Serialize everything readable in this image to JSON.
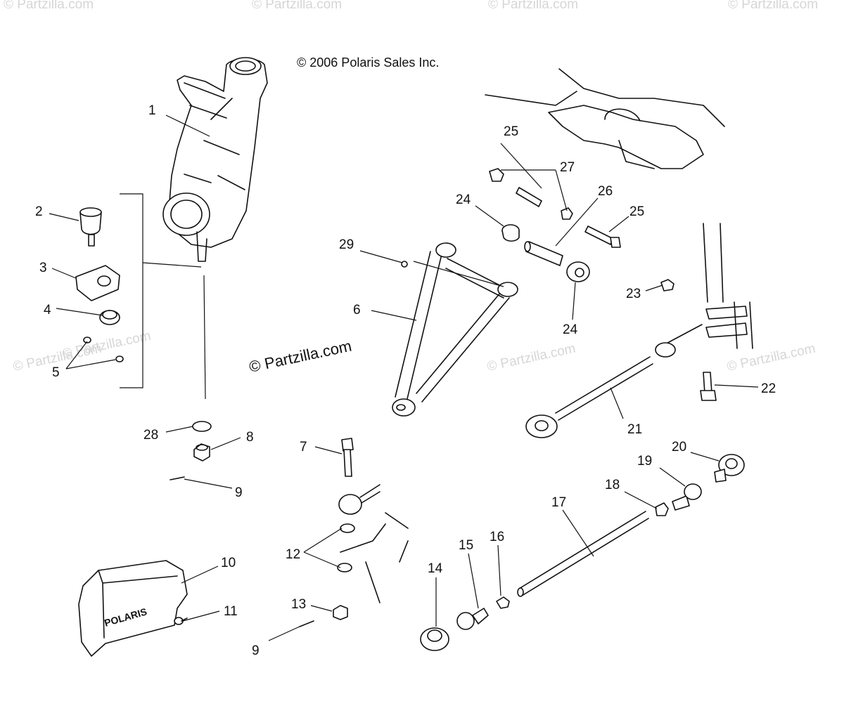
{
  "copyright": "© 2006 Polaris Sales Inc.",
  "watermark_main": "© Partzilla.com",
  "watermark_faint": "© Partzilla.com",
  "housing_brand": "POLARIS",
  "callouts": {
    "c1": "1",
    "c2": "2",
    "c3": "3",
    "c4": "4",
    "c5": "5",
    "c6": "6",
    "c7": "7",
    "c8": "8",
    "c9a": "9",
    "c9b": "9",
    "c10": "10",
    "c11": "11",
    "c12": "12",
    "c13": "13",
    "c14": "14",
    "c15": "15",
    "c16": "16",
    "c17": "17",
    "c18": "18",
    "c19": "19",
    "c20": "20",
    "c21": "21",
    "c22": "22",
    "c23": "23",
    "c24a": "24",
    "c24b": "24",
    "c25a": "25",
    "c25b": "25",
    "c26": "26",
    "c27": "27",
    "c28": "28",
    "c29": "29"
  }
}
